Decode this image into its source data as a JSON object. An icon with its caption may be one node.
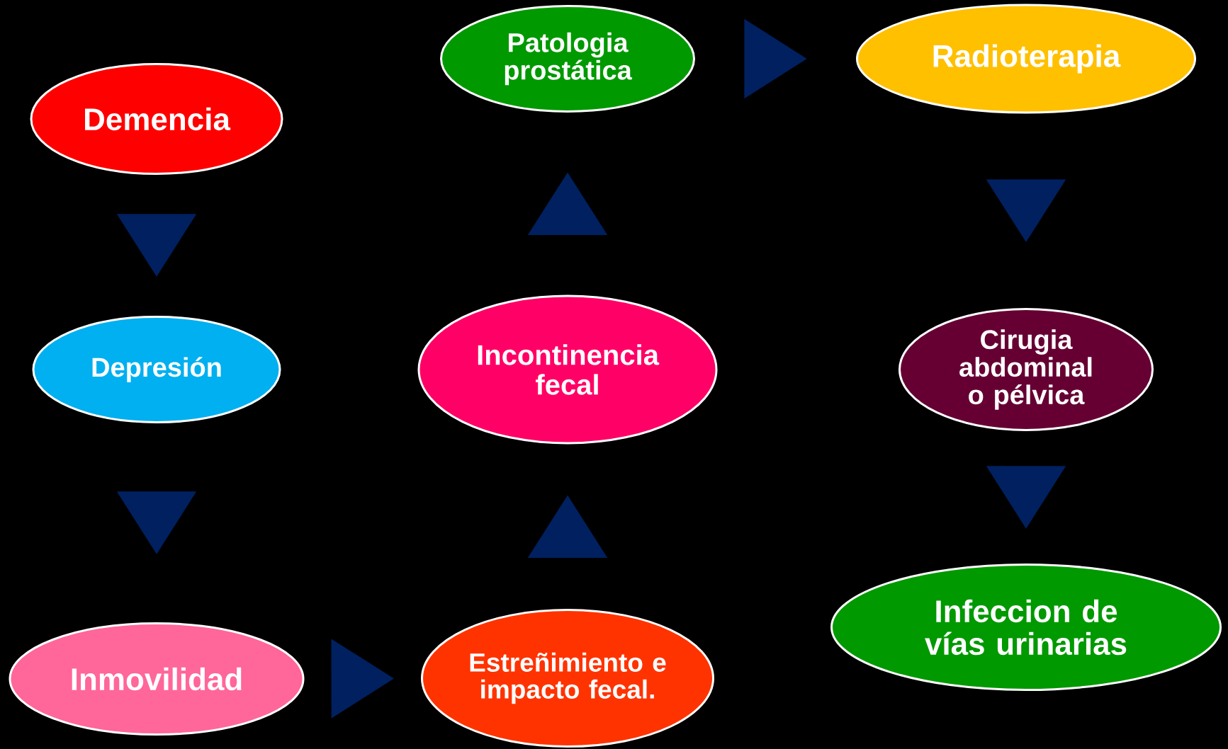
{
  "diagram": {
    "nodes": [
      {
        "text": [
          "Demencia"
        ]
      },
      {
        "text": [
          "Depresión"
        ]
      },
      {
        "text": [
          "Inmovilidad"
        ]
      },
      {
        "text": [
          "Estreñimiento e impacto fecal."
        ]
      },
      {
        "text": [
          "Incontinencia fecal"
        ]
      },
      {
        "text": [
          "Patologia prostática"
        ]
      },
      {
        "text": [
          "Radioterapia"
        ]
      },
      {
        "text": [
          "Cirugia abdominal o pélvica"
        ]
      },
      {
        "text": [
          "Infeccion de vías urinarias"
        ]
      }
    ],
    "edges": [
      {
        "from": 0,
        "to": 1,
        "arrow": "to"
      },
      {
        "from": 1,
        "to": 2,
        "arrow": "to"
      },
      {
        "from": 2,
        "to": 3,
        "arrow": "to"
      },
      {
        "from": 3,
        "to": 4,
        "arrow": "to"
      },
      {
        "from": 4,
        "to": 5,
        "arrow": "to"
      },
      {
        "from": 5,
        "to": 6,
        "arrow": "to"
      },
      {
        "from": 6,
        "to": 7,
        "arrow": "to"
      },
      {
        "from": 7,
        "to": 8,
        "arrow": "to"
      }
    ]
  }
}
